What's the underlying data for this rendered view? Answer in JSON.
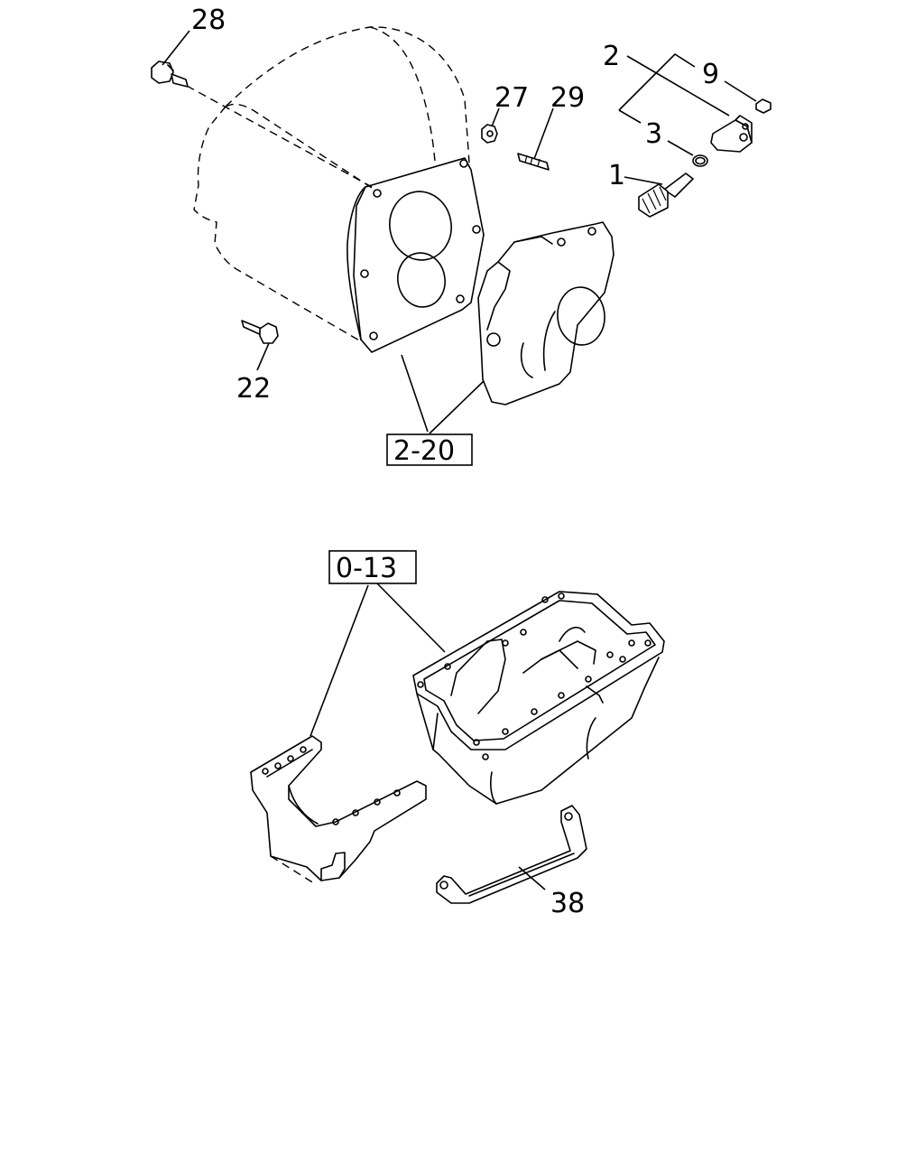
{
  "callouts": {
    "c28": "28",
    "c27": "27",
    "c29": "29",
    "c2": "2",
    "c9": "9",
    "c3": "3",
    "c1": "1",
    "c22": "22",
    "c38": "38"
  },
  "references": {
    "ref_2_20": "2-20",
    "ref_0_13": "0-13"
  }
}
